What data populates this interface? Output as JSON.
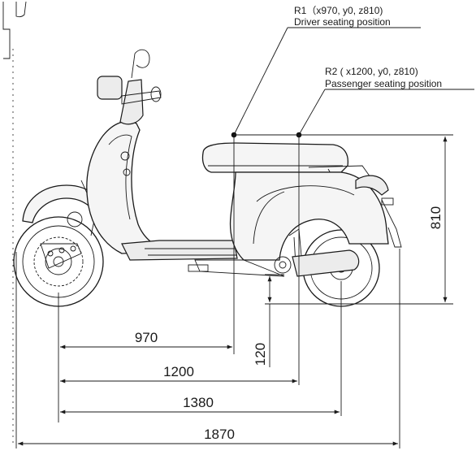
{
  "points": [
    {
      "code": "R1（x970, y0, z810)",
      "name": "Driver seating position"
    },
    {
      "code": "R2 ( x1200, y0, z810)",
      "name": "Passenger seating position"
    }
  ],
  "dimensions": {
    "d970": "970",
    "d1200": "1200",
    "d1380": "1380",
    "d1870": "1870",
    "d120": "120",
    "d810": "810"
  }
}
